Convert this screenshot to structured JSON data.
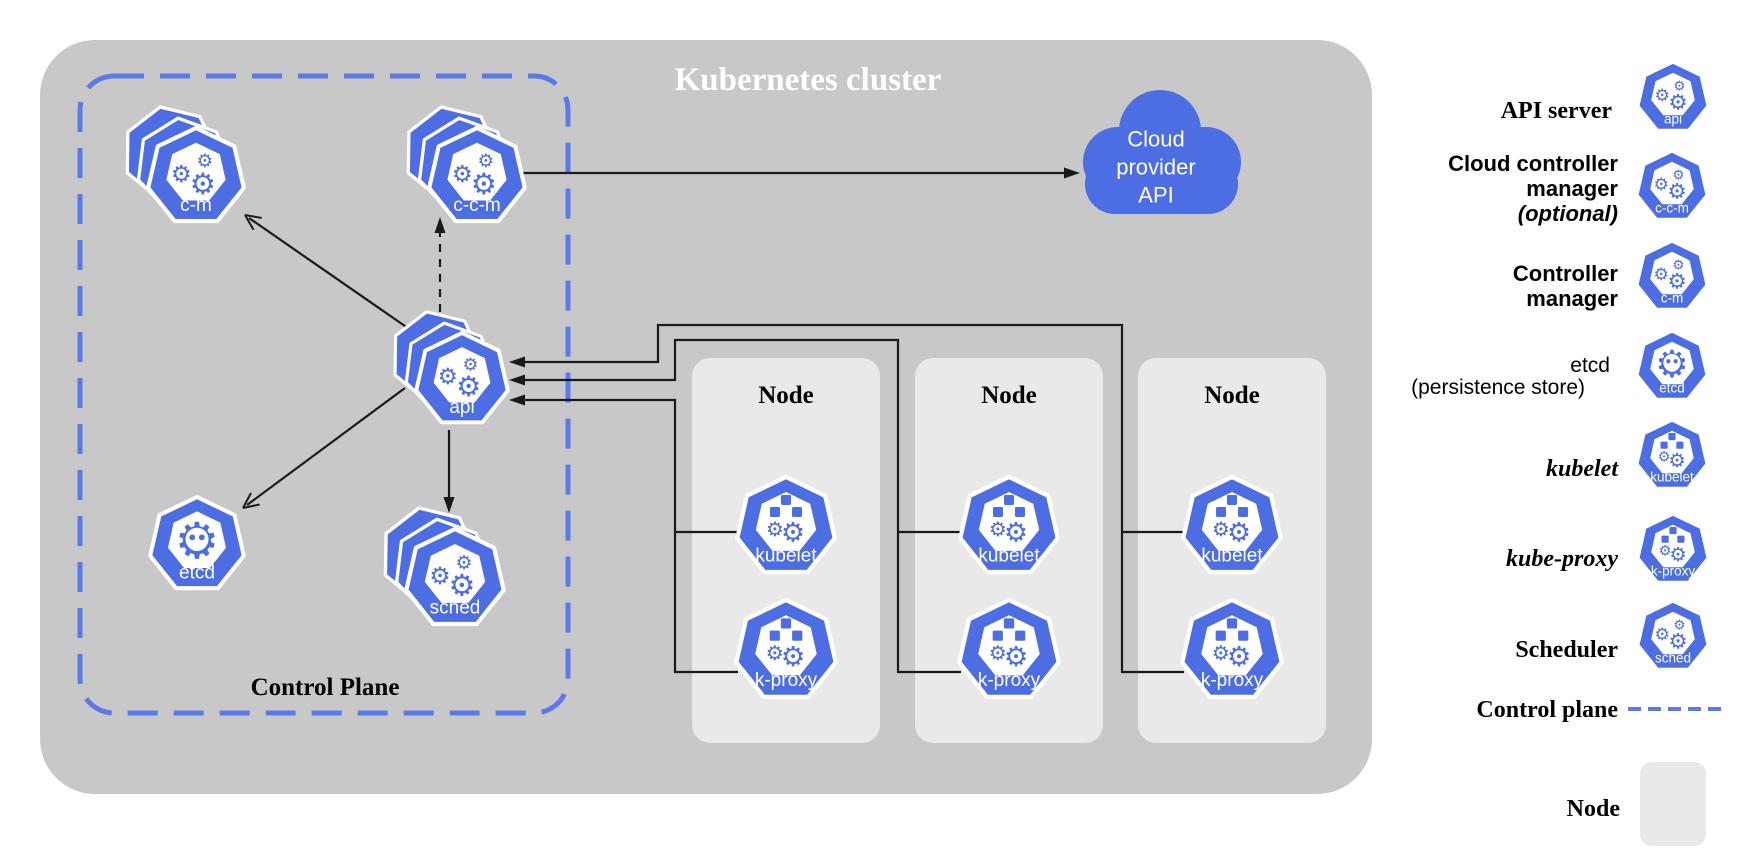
{
  "diagram_title": "Kubernetes cluster",
  "colors": {
    "component_blue": "#4d6de3",
    "control_plane_dash_blue": "#5b7ae9",
    "cluster_background": "#c8c8c8",
    "node_background": "#e9e9e9",
    "connector_black": "#1a1a1a",
    "title_white": "#ffffff",
    "label_black": "#000000"
  },
  "control_plane": {
    "label": "Control Plane"
  },
  "cloud": {
    "line1": "Cloud",
    "line2": "provider",
    "line3": "API"
  },
  "nodes": [
    {
      "label": "Node",
      "kubelet_label": "kubelet",
      "kproxy_label": "k-proxy"
    },
    {
      "label": "Node",
      "kubelet_label": "kubelet",
      "kproxy_label": "k-proxy"
    },
    {
      "label": "Node",
      "kubelet_label": "kubelet",
      "kproxy_label": "k-proxy"
    }
  ],
  "control_plane_components": {
    "controller_manager": {
      "label": "c-m"
    },
    "cloud_controller_manager": {
      "label": "c-c-m"
    },
    "api_server": {
      "label": "api"
    },
    "etcd": {
      "label": "etcd"
    },
    "scheduler": {
      "label": "sched"
    }
  },
  "legend": {
    "rows": [
      {
        "id": "api-server",
        "icon_label": "api",
        "lines": [
          "API server"
        ],
        "styles": [
          "serif-bold"
        ]
      },
      {
        "id": "cloud-controller-manager",
        "icon_label": "c-c-m",
        "lines": [
          "Cloud controller",
          "manager",
          "(optional)"
        ],
        "styles": [
          "sans-bold",
          "sans-bold",
          "sans-bold-italic"
        ]
      },
      {
        "id": "controller-manager",
        "icon_label": "c-m",
        "lines": [
          "Controller",
          "manager"
        ],
        "styles": [
          "sans-bold",
          "sans-bold"
        ]
      },
      {
        "id": "etcd",
        "icon_label": "etcd",
        "lines": [
          "etcd",
          "(persistence store)"
        ],
        "styles": [
          "sans",
          "sans"
        ]
      },
      {
        "id": "kubelet",
        "icon_label": "kubelet",
        "lines": [
          "kubelet"
        ],
        "styles": [
          "serif-bold-italic"
        ]
      },
      {
        "id": "kube-proxy",
        "icon_label": "k-proxy",
        "lines": [
          "kube-proxy"
        ],
        "styles": [
          "serif-bold-italic"
        ]
      },
      {
        "id": "scheduler",
        "icon_label": "sched",
        "lines": [
          "Scheduler"
        ],
        "styles": [
          "serif-bold"
        ]
      },
      {
        "id": "control-plane",
        "icon_label": "",
        "lines": [
          "Control plane"
        ],
        "styles": [
          "serif-bold"
        ]
      },
      {
        "id": "node",
        "icon_label": "",
        "lines": [
          "Node"
        ],
        "styles": [
          "serif-bold"
        ]
      }
    ]
  }
}
